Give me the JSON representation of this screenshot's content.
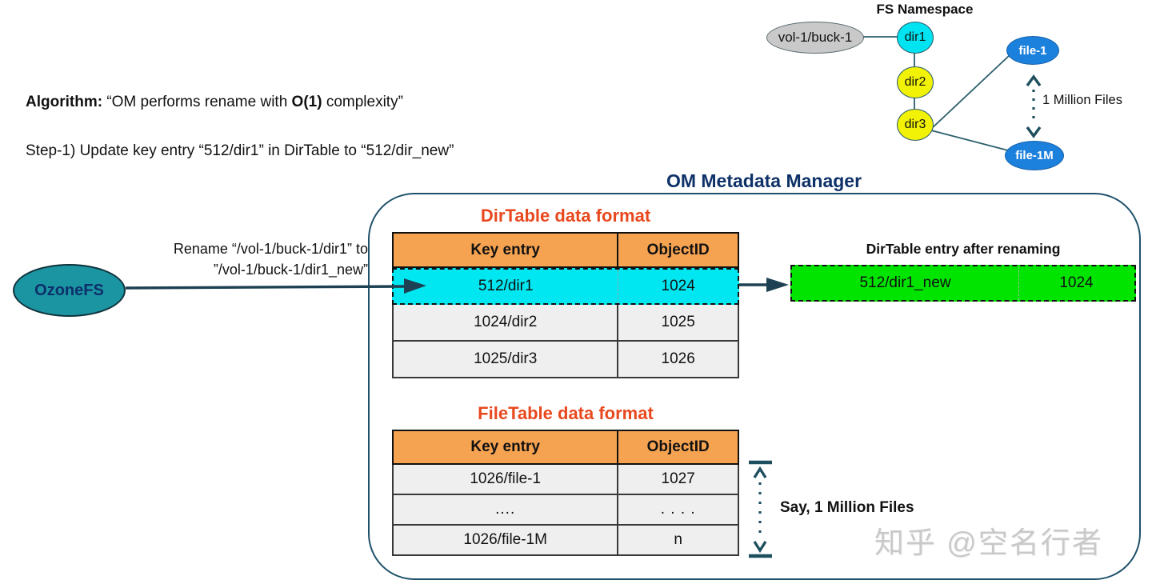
{
  "algorithm": {
    "label": "Algorithm:",
    "text_before": " “OM performs rename with ",
    "bold_term": "O(1)",
    "text_after": " complexity”",
    "step": "Step-1) Update key entry “512/dir1” in DirTable to “512/dir_new”"
  },
  "namespace": {
    "title": "FS Namespace",
    "nodes": {
      "bucket": "vol-1/buck-1",
      "dir1": "dir1",
      "dir2": "dir2",
      "dir3": "dir3",
      "file1": "file-1",
      "file1m": "file-1M"
    },
    "million_label": "1 Million Files"
  },
  "client": {
    "name": "OzoneFS",
    "rename_line1": "Rename “/vol-1/buck-1/dir1” to",
    "rename_line2": "”/vol-1/buck-1/dir1_new”"
  },
  "manager": {
    "title": "OM Metadata Manager",
    "dirtable": {
      "title": "DirTable data format",
      "headers": [
        "Key entry",
        "ObjectID"
      ],
      "highlight_row": [
        "512/dir1",
        "1024"
      ],
      "rows": [
        [
          "1024/dir2",
          "1025"
        ],
        [
          "1025/dir3",
          "1026"
        ]
      ]
    },
    "renamed": {
      "title": "DirTable entry after renaming",
      "row": [
        "512/dir1_new",
        "1024"
      ]
    },
    "filetable": {
      "title": "FileTable data format",
      "headers": [
        "Key entry",
        "ObjectID"
      ],
      "rows": [
        [
          "1026/file-1",
          "1027"
        ],
        [
          "....",
          ". . . ."
        ],
        [
          "1026/file-1M",
          "n"
        ]
      ]
    },
    "million_label": "Say, 1 Million Files"
  },
  "watermark": "知乎 @空名行者",
  "colors": {
    "accent_orange": "#f6a351",
    "title_orange": "#e8481e",
    "highlight_cyan": "#00e7f2",
    "highlight_green": "#00e400",
    "navy": "#0e3168",
    "teal": "#1b95a1",
    "line": "#2b5f6c"
  }
}
